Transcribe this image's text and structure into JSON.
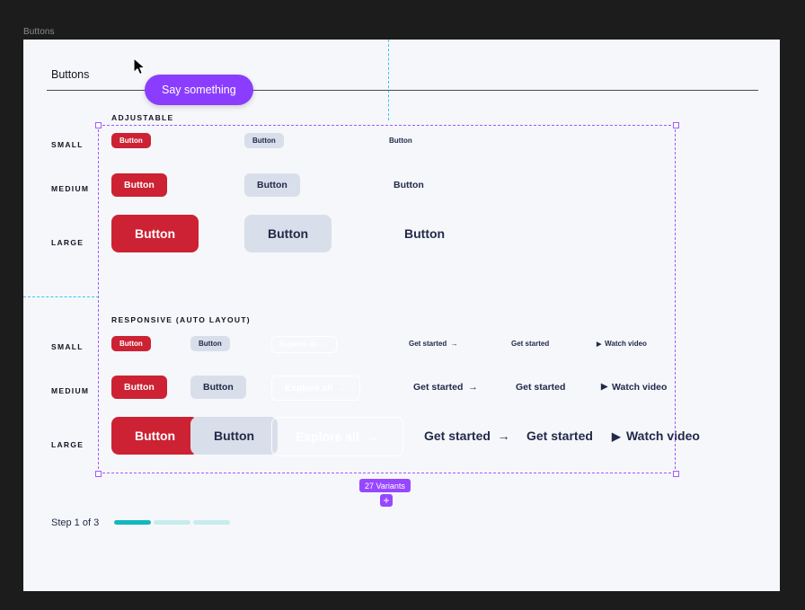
{
  "canvas": {
    "frame_label": "Buttons",
    "bg_color": "#1c1c1c",
    "artboard_color": "#f6f7fb"
  },
  "page": {
    "heading": "Buttons"
  },
  "tooltip": {
    "text": "Say something",
    "color": "#8b3dff"
  },
  "selection": {
    "color": "#a259ff",
    "variant_badge": "27 Variants",
    "add_variant_icon": "+"
  },
  "guides": {
    "color": "#35c5f2"
  },
  "sections": [
    {
      "id": "adjustable",
      "title": "ADJUSTABLE",
      "rows": [
        {
          "label": "SMALL",
          "buttons": [
            {
              "style": "primary",
              "size": "small",
              "label": "Button"
            },
            {
              "style": "secondary",
              "size": "small",
              "label": "Button"
            },
            {
              "style": "text",
              "size": "small",
              "label": "Button"
            }
          ]
        },
        {
          "label": "MEDIUM",
          "buttons": [
            {
              "style": "primary",
              "size": "medium",
              "label": "Button"
            },
            {
              "style": "secondary",
              "size": "medium",
              "label": "Button"
            },
            {
              "style": "text",
              "size": "medium",
              "label": "Button"
            }
          ]
        },
        {
          "label": "LARGE",
          "buttons": [
            {
              "style": "primary",
              "size": "large",
              "label": "Button"
            },
            {
              "style": "secondary",
              "size": "large",
              "label": "Button"
            },
            {
              "style": "text",
              "size": "large",
              "label": "Button"
            }
          ]
        }
      ]
    },
    {
      "id": "responsive",
      "title": "RESPONSIVE (AUTO LAYOUT)",
      "rows": [
        {
          "label": "SMALL",
          "buttons": [
            {
              "style": "primary",
              "size": "small",
              "label": "Button"
            },
            {
              "style": "secondary",
              "size": "small",
              "label": "Button"
            },
            {
              "style": "ghost",
              "size": "small",
              "label": "Explore all",
              "arrow": "→"
            },
            {
              "style": "link",
              "size": "small",
              "label": "Get started",
              "arrow": "→"
            },
            {
              "style": "link",
              "size": "small",
              "label": "Get started"
            },
            {
              "style": "link",
              "size": "small",
              "label": "Watch video",
              "play": "▶"
            }
          ]
        },
        {
          "label": "MEDIUM",
          "buttons": [
            {
              "style": "primary",
              "size": "medium",
              "label": "Button"
            },
            {
              "style": "secondary",
              "size": "medium",
              "label": "Button"
            },
            {
              "style": "ghost",
              "size": "medium",
              "label": "Explore all",
              "arrow": "→"
            },
            {
              "style": "link",
              "size": "medium",
              "label": "Get started",
              "arrow": "→"
            },
            {
              "style": "link",
              "size": "medium",
              "label": "Get started"
            },
            {
              "style": "link",
              "size": "medium",
              "label": "Watch video",
              "play": "▶"
            }
          ]
        },
        {
          "label": "LARGE",
          "buttons": [
            {
              "style": "primary",
              "size": "large",
              "label": "Button"
            },
            {
              "style": "secondary",
              "size": "large",
              "label": "Button"
            },
            {
              "style": "ghost",
              "size": "large",
              "label": "Explore all",
              "arrow": "→"
            },
            {
              "style": "link",
              "size": "large",
              "label": "Get started",
              "arrow": "→"
            },
            {
              "style": "link",
              "size": "large",
              "label": "Get started"
            },
            {
              "style": "link",
              "size": "large",
              "label": "Watch video",
              "play": "▶"
            }
          ]
        }
      ]
    }
  ],
  "stepper": {
    "label": "Step 1 of 3",
    "total": 3,
    "current": 1,
    "active_color": "#12b8bd",
    "inactive_color": "#c7ecec"
  },
  "colors": {
    "primary": "#cc2233",
    "secondary": "#d9dfea",
    "text_dark": "#222a49",
    "accent_purple": "#9747ff"
  }
}
